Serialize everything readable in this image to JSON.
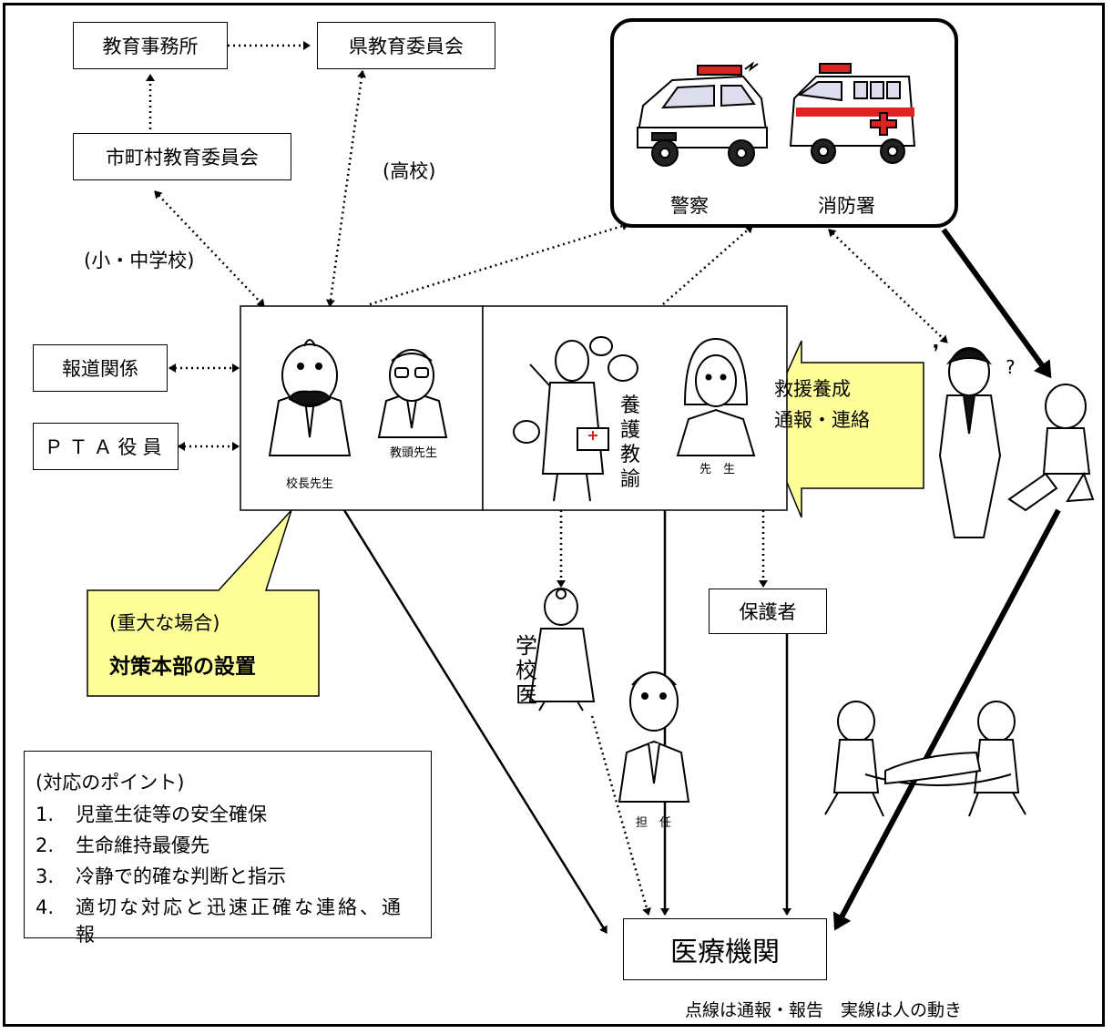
{
  "nodes": {
    "education_office": "教育事務所",
    "prefecture_board": "県教育委員会",
    "municipal_board": "市町村教育委員会",
    "press": "報道関係",
    "pta": "ＰＴＡ役員",
    "guardian": "保護者",
    "medical": "医療機関",
    "police": "警察",
    "fire": "消防署"
  },
  "labels": {
    "high_school": "(高校)",
    "elem_junior": "(小・中学校)",
    "school_nurse": "養護教諭",
    "school_doctor": "学校医",
    "rescue_line1": "救援養成",
    "rescue_line2": "通報・連絡",
    "legend": "点線は通報・報告　実線は人の動き"
  },
  "ribbons": {
    "principal": "校長先生",
    "vice_principal": "教頭先生",
    "teacher": "先　生",
    "homeroom": "担　任"
  },
  "callout": {
    "line1": "(重大な場合)",
    "line2": "対策本部の設置"
  },
  "points": {
    "title": "(対応のポイント)",
    "items": [
      {
        "num": "1.",
        "text": "児童生徒等の安全確保"
      },
      {
        "num": "2.",
        "text": "生命維持最優先"
      },
      {
        "num": "3.",
        "text": "冷静で的確な判断と指示"
      },
      {
        "num": "4.",
        "text": "適切な対応と迅速正確な連絡、通報"
      }
    ]
  },
  "colors": {
    "callout_fill": "#ffff99",
    "arrow_fill": "#ffff99",
    "line": "#000000"
  }
}
